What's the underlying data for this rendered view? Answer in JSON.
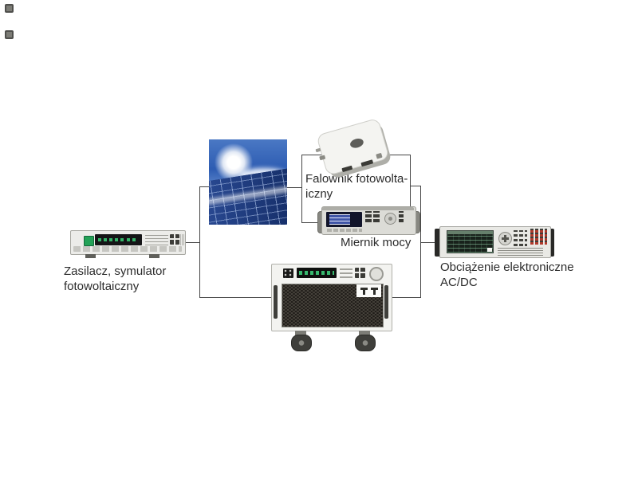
{
  "colors": {
    "background": "#ffffff",
    "line": "#454545",
    "text": "#2b2b2b",
    "display_green": "#37b96e",
    "power_button_green": "#23a257",
    "sky_blue": "#2d5cb2",
    "panel_blue": "#17306e",
    "red_button": "#b23a2c"
  },
  "labels": {
    "power_supply": [
      "Zasilacz, symulator",
      "fotowoltaiczny"
    ],
    "inverter": [
      "Falownik fotowolta-",
      "iczny"
    ],
    "power_meter": [
      "Miernik mocy"
    ],
    "ac_dc_load": [
      "Obciążenie elektroniczne",
      "AC/DC"
    ]
  }
}
